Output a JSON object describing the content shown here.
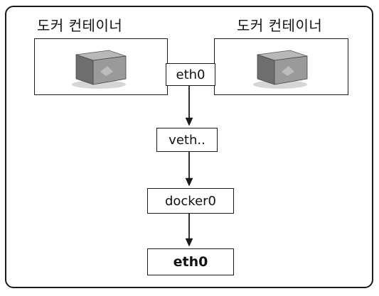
{
  "left_container": {
    "label": "도커 컨테이너",
    "icon": "docker-container-cube"
  },
  "right_container": {
    "label": "도커 컨테이너",
    "icon": "docker-container-cube"
  },
  "nodes": {
    "container_eth0": "eth0",
    "veth": "veth..",
    "docker0": "docker0",
    "host_eth0": "eth0"
  },
  "colors": {
    "stroke": "#1a1a1a",
    "background": "#ffffff",
    "cube_front": "#6e6e6e",
    "cube_top": "#b8b8b8",
    "cube_side": "#9a9a9a"
  }
}
